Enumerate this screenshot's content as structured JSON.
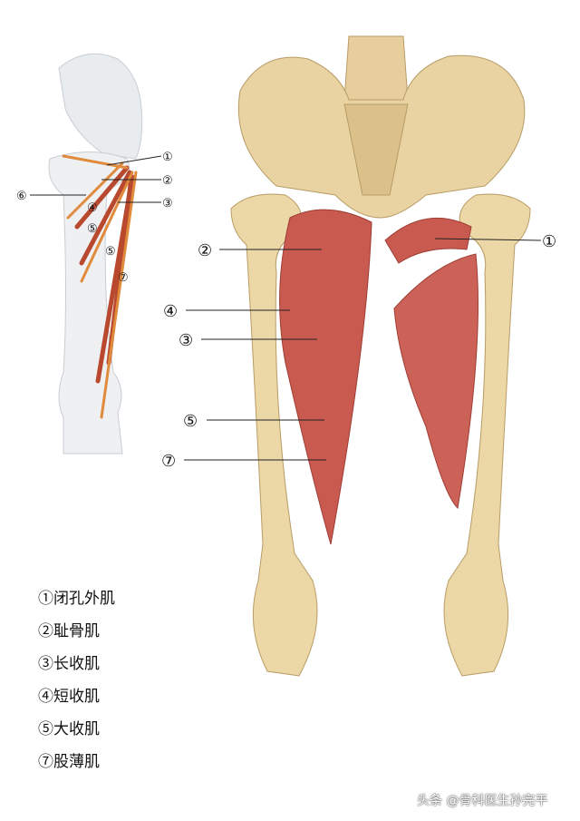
{
  "small_diagram": {
    "labels": {
      "m1": "①",
      "m2": "②",
      "m3": "③",
      "m6": "⑥",
      "m4": "④",
      "m5a": "⑤",
      "m5b": "⑤",
      "m7": "⑦"
    }
  },
  "main_diagram": {
    "labels": {
      "m1": "①",
      "m2": "②",
      "m4": "④",
      "m3": "③",
      "m5": "⑤",
      "m7": "⑦"
    }
  },
  "legend": [
    "①闭孔外肌",
    "②耻骨肌",
    "③长收肌",
    "④短收肌",
    "⑤大收肌",
    "⑦股薄肌"
  ],
  "watermark": "头条 @骨科医生孙完平",
  "colors": {
    "bone": "#e9d3a2",
    "muscle": "#c85a4f",
    "tendon": "#d9884a",
    "ligament": "#dfe3e8"
  }
}
